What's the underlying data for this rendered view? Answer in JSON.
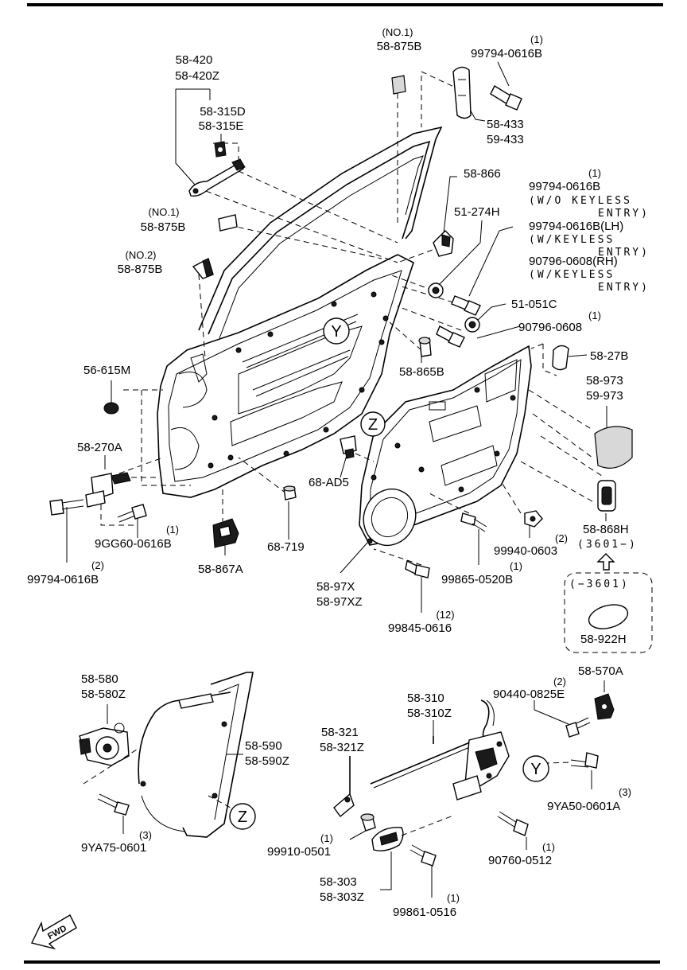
{
  "diagram": {
    "labels": {
      "p58_420": "58-420",
      "p58_420z": "58-420Z",
      "p58_315d": "58-315D",
      "p58_315e": "58-315E",
      "no1_top": "(NO.1)",
      "p58_875b_top": "58-875B",
      "q99794_top": "(1)",
      "p99794_top": "99794-0616B",
      "p58_433": "58-433",
      "p59_433": "59-433",
      "p58_866": "58-866",
      "q99794_kl": "(1)",
      "p99794_kl1": "99794-0616B",
      "n_wo_keyless": "(W/O KEYLESS",
      "n_entry1": "ENTRY)",
      "p51_274h": "51-274H",
      "p99794_lh": "99794-0616B(LH)",
      "n_w_keyless1": "(W/KEYLESS",
      "n_entry2": "ENTRY)",
      "p90796_rh": "90796-0608(RH)",
      "n_w_keyless2": "(W/KEYLESS",
      "n_entry3": "ENTRY)",
      "no1_mid": "(NO.1)",
      "p58_875b_mid": "58-875B",
      "no2": "(NO.2)",
      "p58_875b_low": "58-875B",
      "p51_051c": "51-051C",
      "q90796": "(1)",
      "p90796": "90796-0608",
      "p58_27b": "58-27B",
      "p56_615m": "56-615M",
      "p58_865b": "58-865B",
      "p58_973": "58-973",
      "p59_973": "59-973",
      "p58_270a": "58-270A",
      "p68_ad5": "68-AD5",
      "q9gg60": "(1)",
      "p9gg60": "9GG60-0616B",
      "p68_719": "68-719",
      "q99794_bl": "(2)",
      "p99794_bl": "99794-0616B",
      "p58_867a": "58-867A",
      "p58_868h": "58-868H",
      "n_3601_a": "(3601−)",
      "n_3601_b": "(−3601)",
      "q99940": "(2)",
      "p99940": "99940-0603",
      "q99865": "(1)",
      "p99865": "99865-0520B",
      "p58_97x": "58-97X",
      "p58_97xz": "58-97XZ",
      "q99845": "(12)",
      "p99845": "99845-0616",
      "p58_922h": "58-922H",
      "p58_580": "58-580",
      "p58_580z": "58-580Z",
      "p58_590": "58-590",
      "p58_590z": "58-590Z",
      "p58_310": "58-310",
      "p58_310z": "58-310Z",
      "q90440": "(2)",
      "p90440": "90440-0825E",
      "p58_570a": "58-570A",
      "p58_321": "58-321",
      "p58_321z": "58-321Z",
      "q9ya50": "(3)",
      "p9ya50": "9YA50-0601A",
      "q9ya75": "(3)",
      "p9ya75": "9YA75-0601",
      "q99910": "(1)",
      "p99910": "99910-0501",
      "q90760": "(1)",
      "p90760": "90760-0512",
      "p58_303": "58-303",
      "p58_303z": "58-303Z",
      "q99861": "(1)",
      "p99861": "99861-0516",
      "fwd": "FWD"
    },
    "callouts": {
      "y_upper": "Y",
      "z_upper": "Z",
      "z_lower": "Z",
      "y_lower": "Y"
    },
    "icons": {
      "fwd_arrow": "fwd-arrow-icon",
      "up_arrow": "hollow-up-arrow-icon"
    }
  }
}
